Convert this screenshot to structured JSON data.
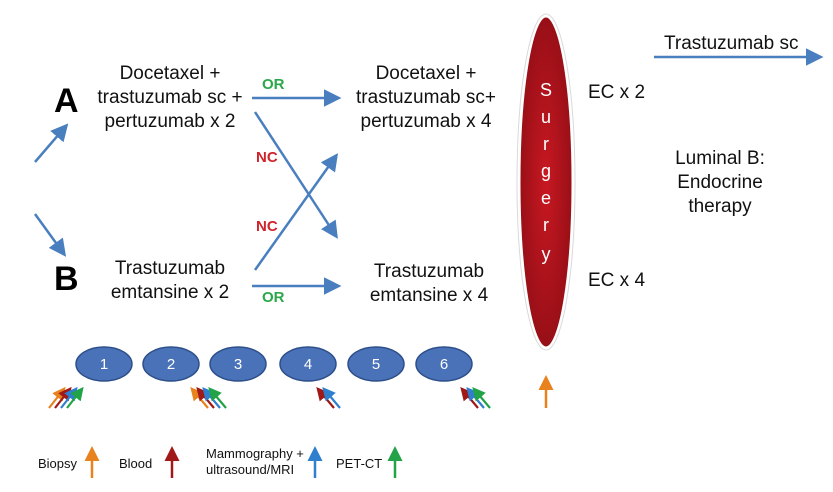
{
  "arms": {
    "a": "A",
    "b": "B"
  },
  "regimens": {
    "a_initial": "Docetaxel +\ntrastuzumab sc +\npertuzumab x 2",
    "a_continue": "Docetaxel +\ntrastuzumab  sc+\npertuzumab x 4",
    "b_initial": "Trastuzumab\nemtansine x 2",
    "b_continue": "Trastuzumab\nemtansine x 4"
  },
  "decisions": {
    "or_top": "OR",
    "or_bottom": "OR",
    "nc_upper": "NC",
    "nc_lower": "NC"
  },
  "surgery": {
    "letters": [
      "S",
      "u",
      "r",
      "g",
      "e",
      "r",
      "y"
    ],
    "color": "#b3121c"
  },
  "post_surgery": {
    "ec_x2": "EC x 2",
    "ec_x4": "EC x 4",
    "trastuzumab": "Trastuzumab sc",
    "luminal": "Luminal B:\nEndocrine\ntherapy"
  },
  "cycles": [
    "1",
    "2",
    "3",
    "4",
    "5",
    "6"
  ],
  "legend": {
    "biopsy": "Biopsy",
    "blood": "Blood",
    "imaging": "Mammography +\nultrasound/MRI",
    "petct": "PET-CT"
  },
  "colors": {
    "flow_arrow": "#4a7fbf",
    "cycle_fill": "#4a72b8",
    "biopsy": "#e8821e",
    "blood": "#a01818",
    "imaging": "#2f7fcf",
    "petct": "#22a348"
  },
  "icons": {
    "arrow": "arrow-icon",
    "up_arrow": "up-arrow-icon"
  }
}
